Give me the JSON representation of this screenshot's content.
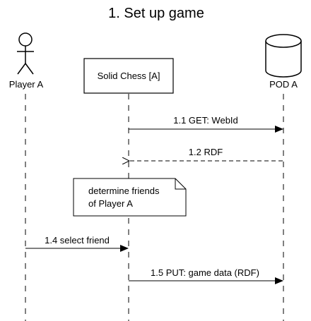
{
  "title": "1. Set up game",
  "participants": {
    "player_a": "Player A",
    "solid_chess": "Solid Chess [A]",
    "pod_a": "POD A"
  },
  "messages": {
    "m1": "1.1 GET: WebId",
    "m2": "1.2 RDF",
    "m4": "1.4 select friend",
    "m5": "1.5 PUT: game data (RDF)"
  },
  "note": {
    "line1": "determine friends",
    "line2": "of Player A"
  }
}
